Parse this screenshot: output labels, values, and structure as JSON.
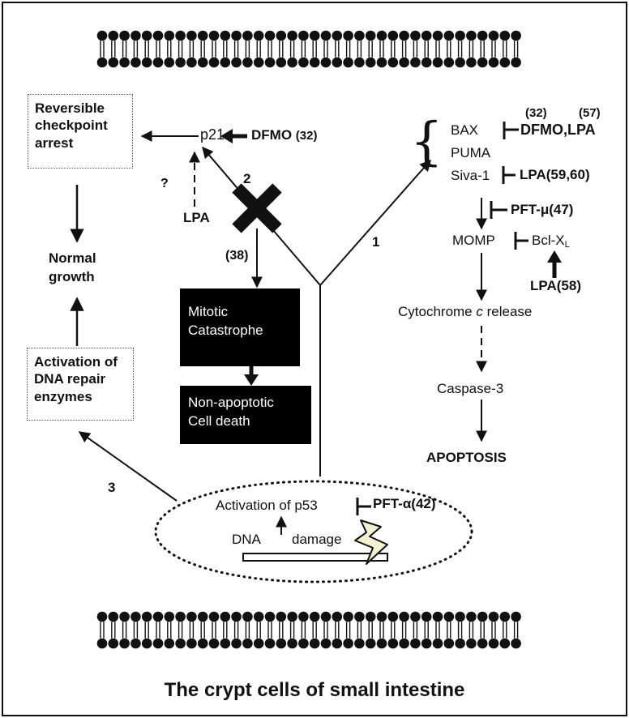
{
  "title": "The crypt cells of small intestine",
  "boxes": {
    "checkpoint": [
      "Reversible",
      "checkpoint",
      "arrest"
    ],
    "normal_growth": [
      "Normal",
      "growth"
    ],
    "dna_repair": [
      "Activation of",
      "DNA repair",
      "enzymes"
    ],
    "mitotic": [
      "Mitotic",
      "Catastrophe"
    ],
    "nonapoptotic": [
      "Non-apoptotic",
      "Cell death"
    ]
  },
  "labels": {
    "p21": "p21",
    "dfmo_32": "DFMO",
    "ref_32a": "(32)",
    "question": "?",
    "lpa_left": "LPA",
    "path2": "2",
    "ref_38": "(38)",
    "path1": "1",
    "path3": "3",
    "bax": "BAX",
    "puma": "PUMA",
    "siva": "Siva-1",
    "ref_32b": "(32)",
    "ref_57": "(57)",
    "dfmo_lpa": "DFMO,LPA",
    "lpa_siva": "LPA",
    "ref_59_60": "(59,60)",
    "pft_mu": "PFT-μ",
    "ref_47": "(47)",
    "momp": "MOMP",
    "bcl": "Bcl-X",
    "bcl_sub": "L",
    "lpa_58": "LPA",
    "ref_58": "(58)",
    "cytochrome_pre": "Cytochrome ",
    "cytochrome_c": "c",
    "cytochrome_post": " release",
    "caspase": "Caspase-3",
    "apoptosis": "APOPTOSIS",
    "p53": "Activation of p53",
    "pft_alpha": "PFT-α",
    "ref_42": "(42)",
    "dna": "DNA",
    "damage": "damage"
  },
  "colors": {
    "ink": "#111111",
    "block_fill": "#000000",
    "block_text": "#ffffff",
    "bolt_fill": "#f2f2d0"
  }
}
